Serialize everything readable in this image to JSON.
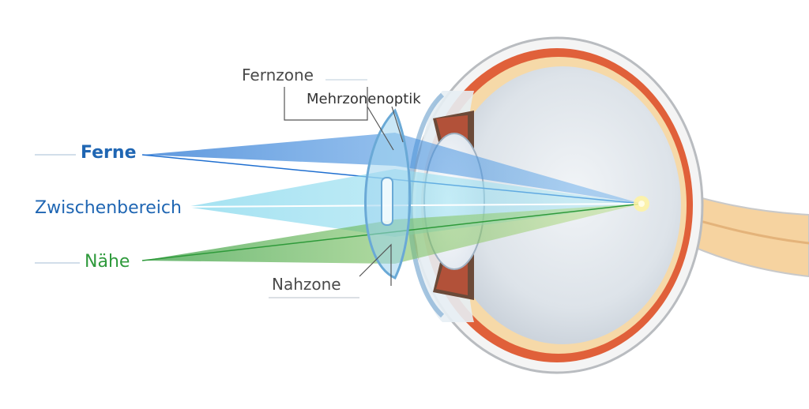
{
  "labels": {
    "ferne": "Ferne",
    "zwischenbereich": "Zwischenbereich",
    "naehe": "Nähe",
    "fernzone": "Fernzone",
    "mehrzonenoptik": "Mehrzonenoptik",
    "nahzone": "Nahzone"
  },
  "colors": {
    "far_rays": "#2a7fd4",
    "intermediate_rays": "#5cc8e0",
    "near_rays": "#3fa84a",
    "eye_wall": "#e0603a",
    "retina_band": "#f6d9a8",
    "eyeball_fill": "#dde3e9",
    "text_blue": "#1f66b3",
    "text_green": "#2f9a3c"
  }
}
